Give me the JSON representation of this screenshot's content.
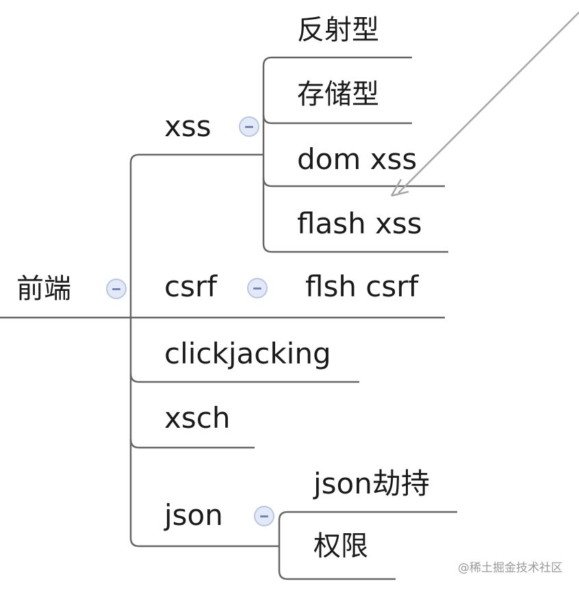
{
  "nodes": {
    "root": "前端",
    "xss": "xss",
    "xss_reflected": "反射型",
    "xss_stored": "存储型",
    "xss_dom": "dom xss",
    "xss_flash": "flash xss",
    "csrf": "csrf",
    "csrf_flash": "flsh csrf",
    "clickjacking": "clickjacking",
    "xsch": "xsch",
    "json": "json",
    "json_hijack": "json劫持",
    "json_permission": "权限"
  },
  "watermark": "@稀土掘金技术社区",
  "colors": {
    "line": "#666666",
    "arrow": "#a6a6a6",
    "collapse_fill": "#e3e9f6",
    "collapse_border": "#b8c6e6",
    "collapse_bar": "#6f84bb"
  },
  "icons": {
    "collapse": "minus-circle-icon",
    "arrow": "arrow-annotation"
  }
}
